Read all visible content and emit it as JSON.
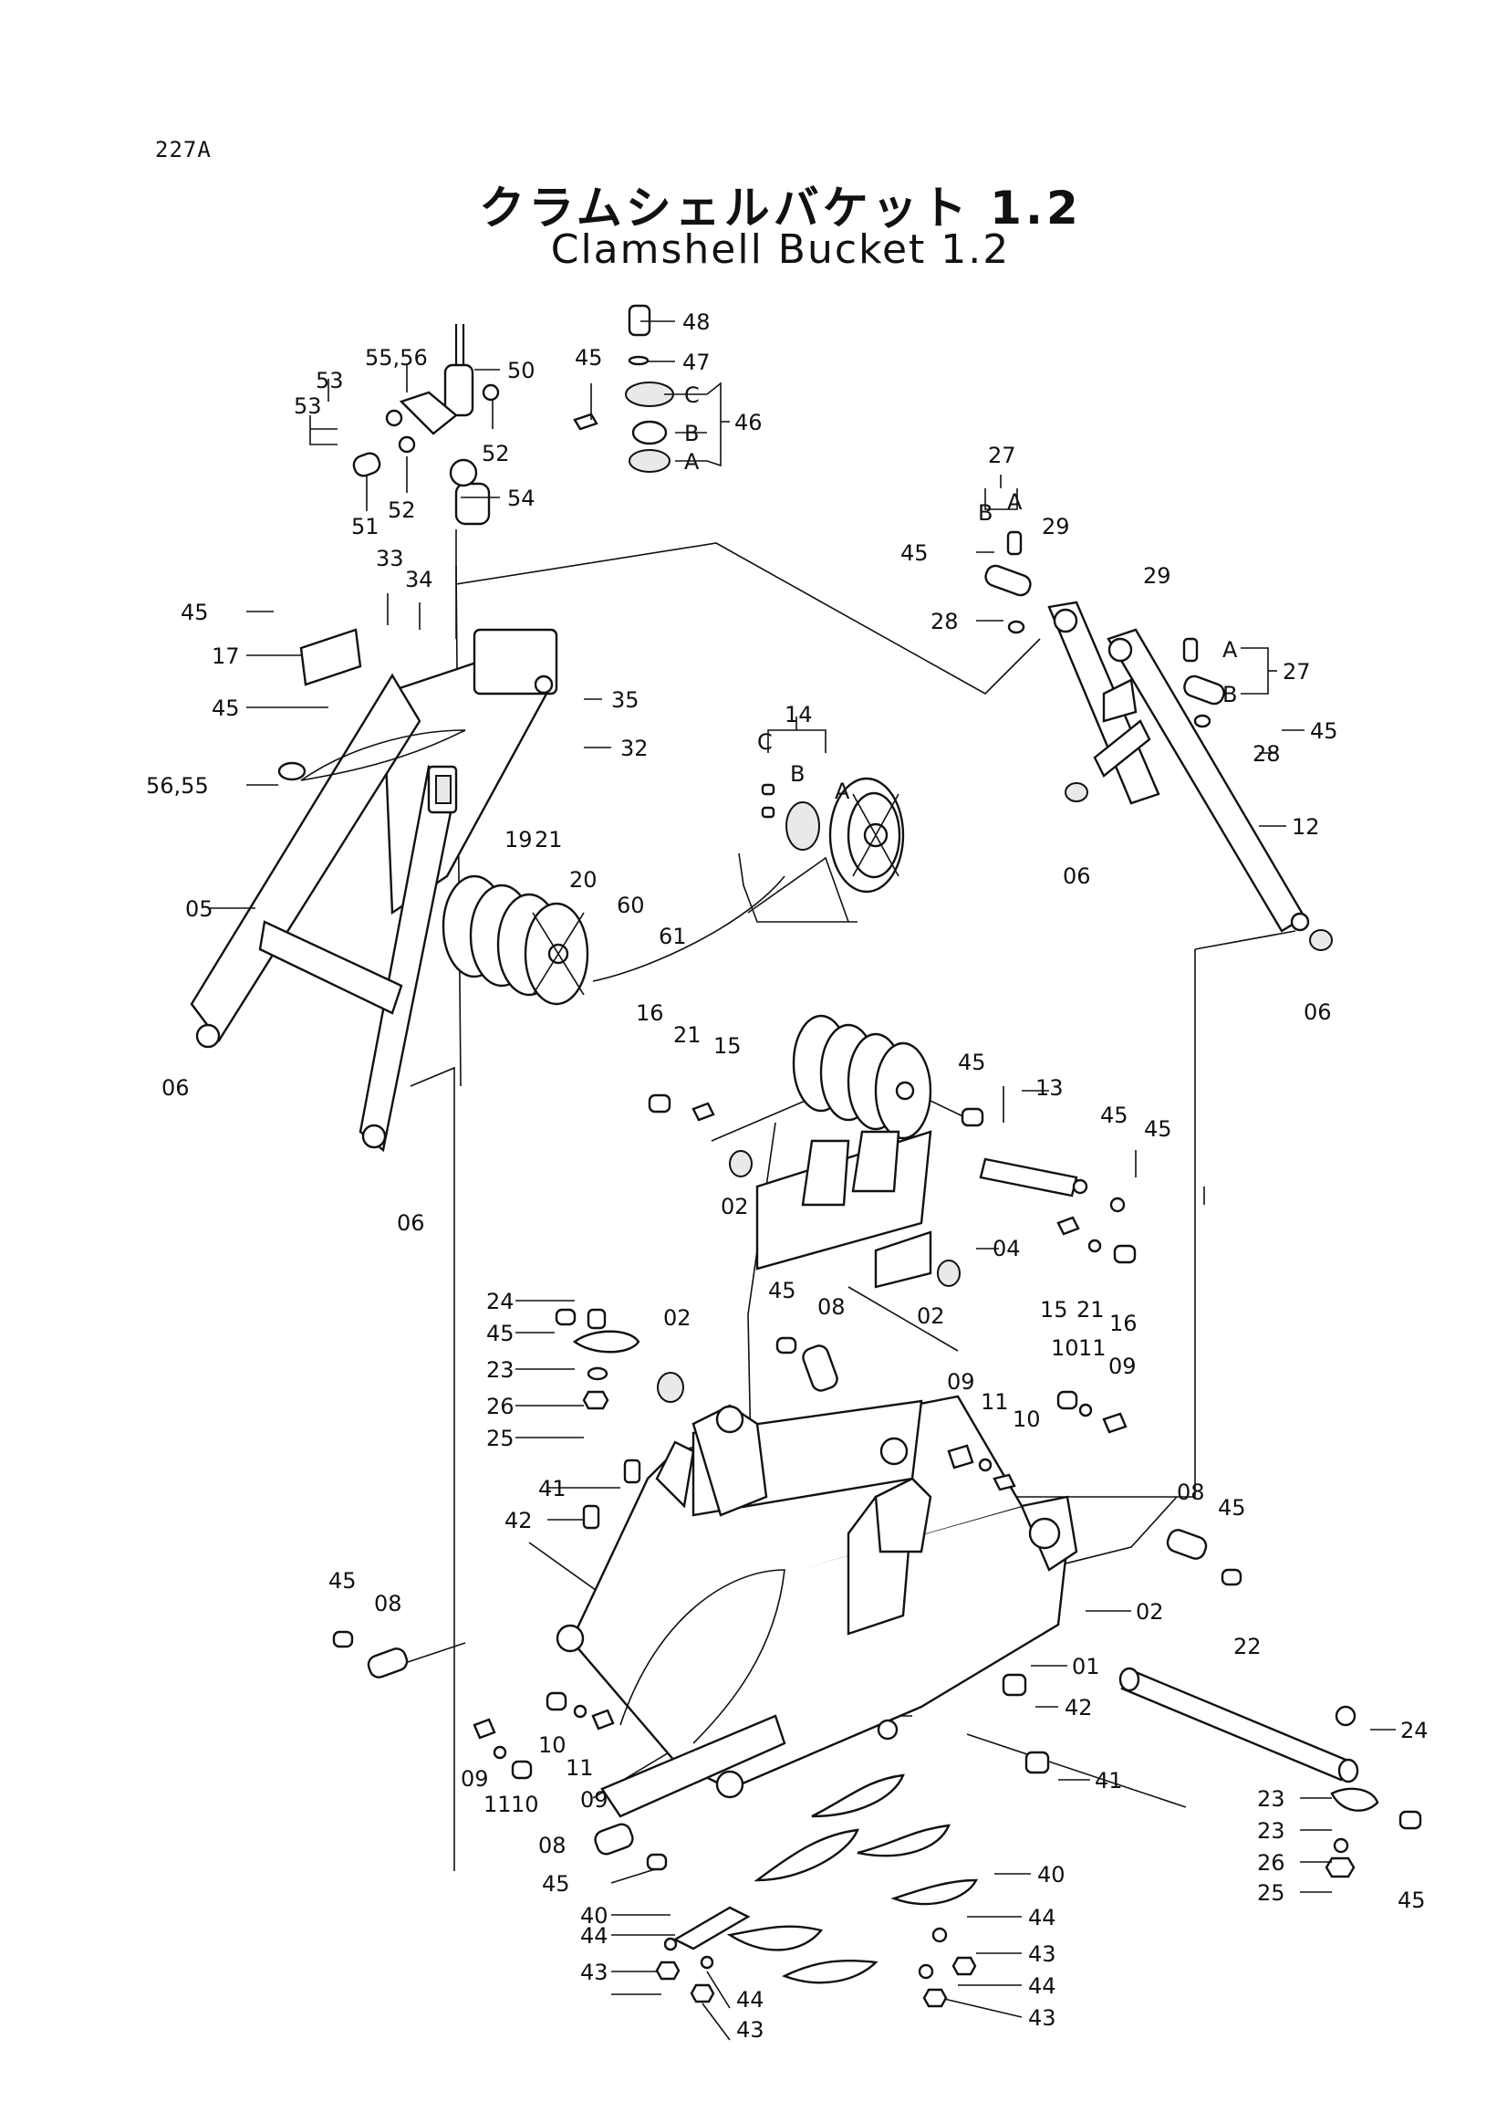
{
  "page_code": "227A",
  "title_jp": "クラムシェルバケット 1.2",
  "title_en": "Clamshell Bucket 1.2",
  "callouts": [
    "48",
    "47",
    "46",
    "C",
    "B",
    "A",
    "45",
    "50",
    "55,56",
    "53",
    "53",
    "52",
    "52",
    "51",
    "54",
    "33",
    "34",
    "45",
    "17",
    "45",
    "35",
    "32",
    "56,55",
    "19",
    "21",
    "20",
    "60",
    "61",
    "05",
    "06",
    "27",
    "B",
    "A",
    "29",
    "45",
    "28",
    "29",
    "A",
    "B",
    "27",
    "45",
    "28",
    "12",
    "06",
    "06",
    "14",
    "C",
    "B",
    "A",
    "16",
    "21",
    "15",
    "45",
    "13",
    "45",
    "45",
    "02",
    "04",
    "02",
    "15",
    "21",
    "16",
    "06",
    "24",
    "45",
    "23",
    "26",
    "25",
    "02",
    "45",
    "08",
    "09",
    "11",
    "10",
    "10",
    "11",
    "09",
    "41",
    "42",
    "08",
    "45",
    "45",
    "08",
    "02",
    "01",
    "22",
    "42",
    "24",
    "23",
    "23",
    "26",
    "25",
    "45",
    "41",
    "10",
    "11",
    "09",
    "09",
    "11",
    "10",
    "40",
    "08",
    "45",
    "40",
    "44",
    "43",
    "44",
    "43",
    "44",
    "43",
    "44",
    "43"
  ]
}
